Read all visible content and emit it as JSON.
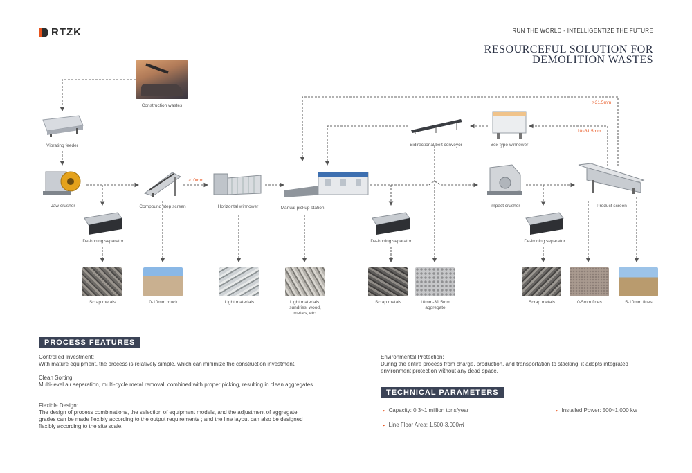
{
  "brand": {
    "logo_text": "RTZK",
    "slogan": "RUN THE WORLD - INTELLIGENTIZE THE FUTURE"
  },
  "title": {
    "line1": "RESOURCEFUL SOLUTION FOR",
    "line2": "DEMOLITION WASTES"
  },
  "flow": {
    "construction_wastes": "Construction wastes",
    "vibrating_feeder": "Vibrating feeder",
    "jaw_crusher": "Jaw crusher",
    "compound_step_screen": "Compound step screen",
    "horizontal_winnower": "Horizontal winnower",
    "manual_pickup_station": "Manual pickup station",
    "bidirectional_belt_conveyor": "Bidirectional belt conveyor",
    "box_type_winnower": "Box type winnower",
    "impact_crusher": "Impact crusher",
    "product_screen": "Product screen",
    "deironing_1": "De-ironing separator",
    "deironing_2": "De-ironing separator",
    "deironing_3": "De-ironing separator",
    "size_gt10": ">10mm",
    "size_gt315": ">31.5mm",
    "size_10_315": "10~31.5mm"
  },
  "outputs": {
    "scrap_metals_1": "Scrap metals",
    "muck": "0-10mm muck",
    "light_materials": "Light materials",
    "light_materials_mix": "Light materials, sundries, wood, metals, etc.",
    "scrap_metals_2": "Scrap metals",
    "aggregate": "10mm-31.5mm aggregate",
    "scrap_metals_3": "Scrap metals",
    "fines_0_5": "0-5mm fines",
    "fines_5_10": "5-10mm fines"
  },
  "features": {
    "heading": "PROCESS FEATURES",
    "items": [
      {
        "title": "Controlled Investment:",
        "body": "With mature equipment, the process is relatively simple, which can minimize the construction investment."
      },
      {
        "title": "Clean Sorting:",
        "body": "Multi-level air separation, multi-cycle metal removal, combined with proper picking, resulting in clean aggregates."
      },
      {
        "title": "Flexible Design:",
        "body": "The design of process combinations, the selection of equipment models, and the adjustment of aggregate grades can be made flexibly according to the output requirements ; and the line layout can also be designed flexibly according to the site scale."
      },
      {
        "title": "Environmental Protection:",
        "body": "During the entire process from charge, production, and transportation to stacking, it adopts integrated environment protection without any dead space."
      }
    ]
  },
  "technical": {
    "heading": "TECHNICAL PARAMETERS",
    "capacity": "Capacity: 0.3~1 million tons/year",
    "power": "Installed Power: 500~1,000 kw",
    "area": "Line Floor Area: 1,500-3,000㎡"
  },
  "colors": {
    "accent": "#e8541e",
    "heading_bg": "#3b4356",
    "title": "#2b3245",
    "line": "#666666"
  }
}
